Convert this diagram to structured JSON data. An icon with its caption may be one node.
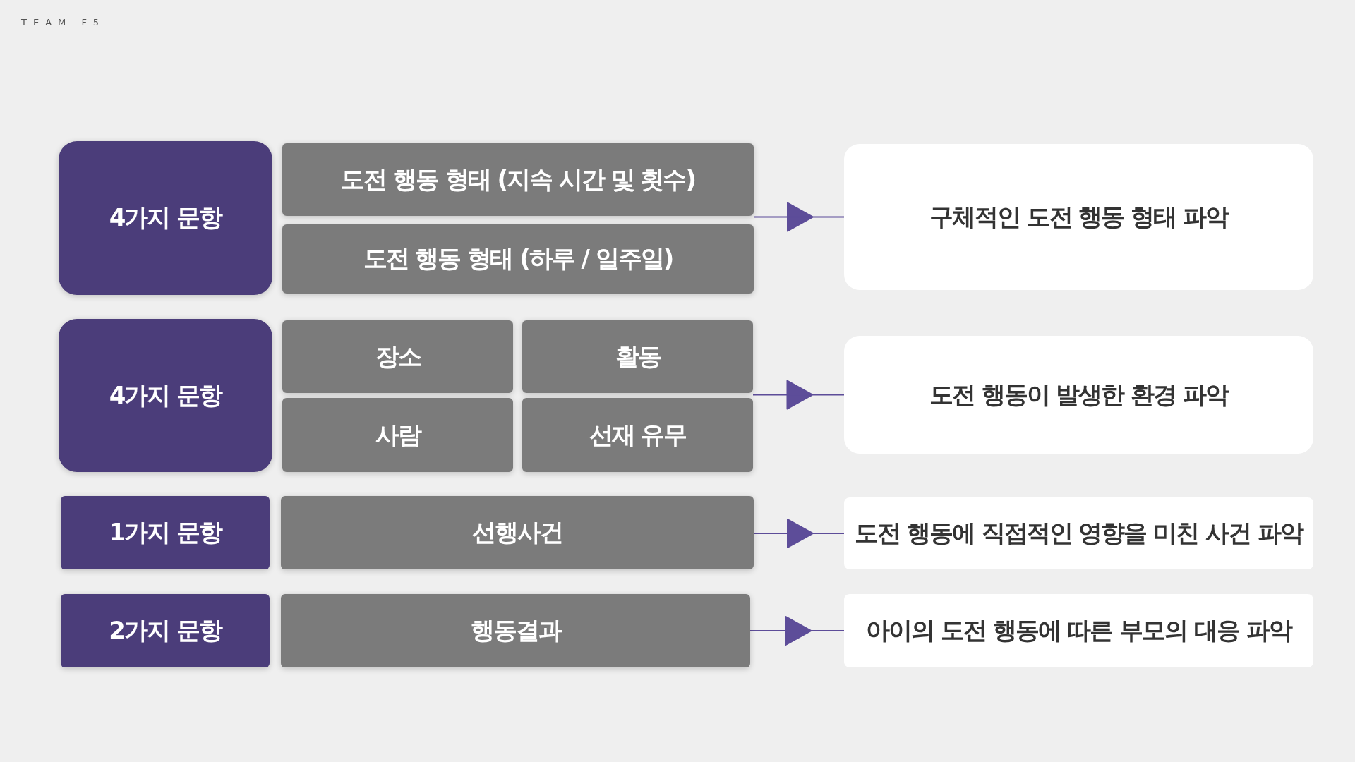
{
  "diagram": {
    "nodes": [
      {
        "text": [
          "4가지 문항"
        ]
      },
      {
        "text": [
          "도전 행동 형태 (지속 시간 및 횟수)"
        ]
      },
      {
        "text": [
          "도전 행동 형태 (하루 / 일주일)"
        ]
      },
      {
        "text": [
          "구체적인 도전 행동 형태 파악"
        ]
      },
      {
        "text": [
          "4가지 문항"
        ]
      },
      {
        "text": [
          "장소"
        ]
      },
      {
        "text": [
          "활동"
        ]
      },
      {
        "text": [
          "사람"
        ]
      },
      {
        "text": [
          "선재 유무"
        ]
      },
      {
        "text": [
          "도전 행동이 발생한 환경 파악"
        ]
      },
      {
        "text": [
          "1가지 문항"
        ]
      },
      {
        "text": [
          "선행사건"
        ]
      },
      {
        "text": [
          "도전 행동에 직접적인 영향을 미친 사건 파악"
        ]
      },
      {
        "text": [
          "2가지 문항"
        ]
      },
      {
        "text": [
          "행동결과"
        ]
      },
      {
        "text": [
          "아이의 도전 행동에 따른 부모의 대응 파악"
        ]
      }
    ],
    "edges": [
      {
        "from": 1,
        "to": 3,
        "arrow": "to"
      },
      {
        "from": 2,
        "to": 3,
        "arrow": "to"
      },
      {
        "from": 6,
        "to": 9,
        "arrow": "to"
      },
      {
        "from": 8,
        "to": 9,
        "arrow": "to"
      },
      {
        "from": 11,
        "to": 12,
        "arrow": "to"
      },
      {
        "from": 14,
        "to": 15,
        "arrow": "to"
      }
    ],
    "labels": [
      "TEAM F5"
    ]
  }
}
